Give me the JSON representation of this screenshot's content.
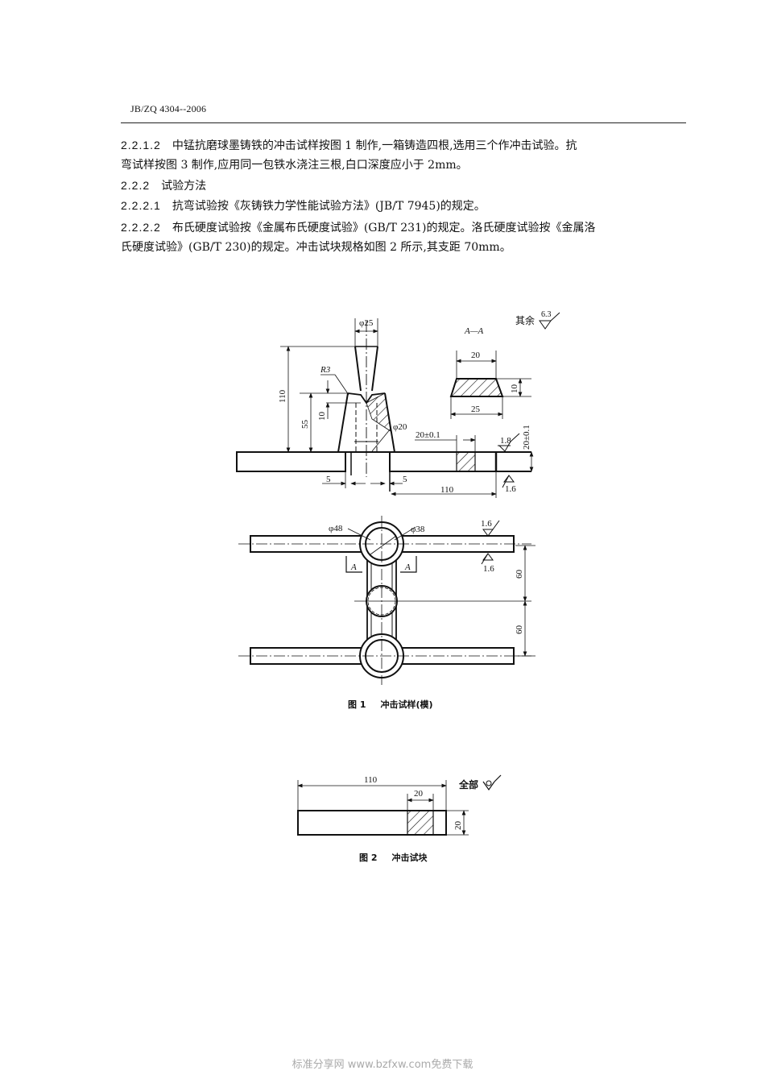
{
  "header": {
    "standard_code": "JB/ZQ 4304--2006"
  },
  "paragraphs": [
    {
      "num": "2.2.1.2",
      "text": "中锰抗磨球墨铸铁的冲击试样按图 1 制作,一箱铸造四根,选用三个作冲击试验。抗弯试样按图 3 制作,应用同一包铁水浇注三根,白口深度应小于 2mm。",
      "line1": "中锰抗磨球墨铸铁的冲击试样按图 1 制作,一箱铸造四根,选用三个作冲击试验。抗",
      "line2": "弯试样按图 3 制作,应用同一包铁水浇注三根,白口深度应小于 2mm。"
    },
    {
      "num": "2.2.2",
      "text": "试验方法"
    },
    {
      "num": "2.2.2.1",
      "text": "抗弯试验按《灰铸铁力学性能试验方法》(JB/T 7945)的规定。"
    },
    {
      "num": "2.2.2.2",
      "text": "布氏硬度试验按《金属布氏硬度试验》(GB/T 231)的规定。洛氏硬度试验按《金属洛氏硬度试验》(GB/T 230)的规定。冲击试块规格如图 2 所示,其支距 70mm。",
      "line1": "布氏硬度试验按《金属布氏硬度试验》(GB/T 231)的规定。洛氏硬度试验按《金属洛",
      "line2": "氏硬度试验》(GB/T 230)的规定。冲击试块规格如图 2 所示,其支距 70mm。"
    }
  ],
  "figure1": {
    "caption_num": "图 1",
    "caption_text": "冲击试样(模)",
    "roughness_note": "其余",
    "roughness_value": "6.3",
    "section_label": "A—A",
    "section_mark": "A",
    "dims": {
      "d25": "φ25",
      "r3": "R3",
      "h110": "110",
      "h55": "55",
      "h10": "10",
      "d20": "φ20",
      "w20_tol": "20±0.1",
      "h20_tol": "20±0.1",
      "gap5_left": "5",
      "gap5_right": "5",
      "len110": "110",
      "sec_top": "20",
      "sec_bottom": "25",
      "sec_height": "10",
      "ra18": "1.8",
      "ra16_a": "1.6",
      "ra16_b": "1.6",
      "ra16_c": "1.6",
      "d48": "φ48",
      "d38": "φ38",
      "pitch60_a": "60",
      "pitch60_b": "60"
    }
  },
  "figure2": {
    "caption_num": "图 2",
    "caption_text": "冲击试块",
    "roughness_note": "全部",
    "dims": {
      "length": "110",
      "notch_width": "20",
      "height": "20"
    }
  },
  "footer": {
    "watermark": "标准分享网 www.bzfxw.com免费下载"
  }
}
